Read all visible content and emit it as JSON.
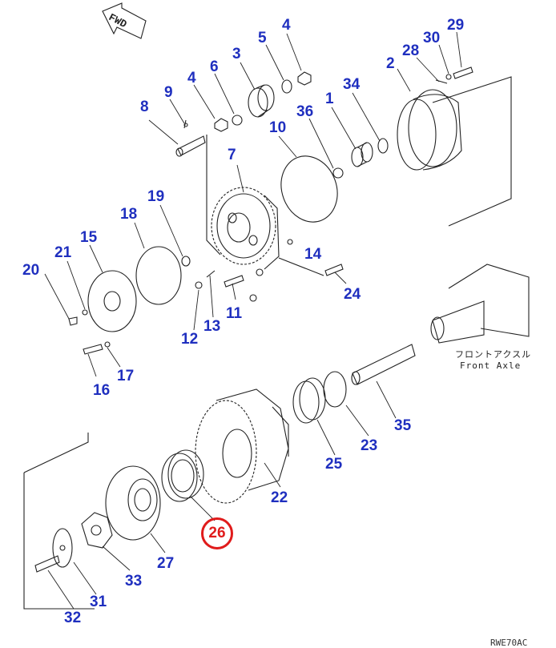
{
  "diagram": {
    "direction_label": "FWD",
    "front_axle_jp": "フロントアクスル",
    "front_axle_en": "Front Axle",
    "drawing_code": "RWE70AC",
    "highlighted_part": "26",
    "callouts": {
      "p1": "1",
      "p2": "2",
      "p3": "3",
      "p4a": "4",
      "p4b": "4",
      "p5": "5",
      "p6": "6",
      "p7": "7",
      "p8": "8",
      "p9": "9",
      "p10": "10",
      "p11": "11",
      "p12": "12",
      "p13": "13",
      "p14": "14",
      "p15": "15",
      "p16": "16",
      "p17": "17",
      "p18": "18",
      "p19": "19",
      "p20": "20",
      "p21": "21",
      "p22": "22",
      "p23": "23",
      "p24": "24",
      "p25": "25",
      "p27": "27",
      "p28": "28",
      "p29": "29",
      "p30": "30",
      "p31": "31",
      "p32": "32",
      "p33": "33",
      "p34": "34",
      "p35": "35",
      "p36": "36"
    }
  }
}
